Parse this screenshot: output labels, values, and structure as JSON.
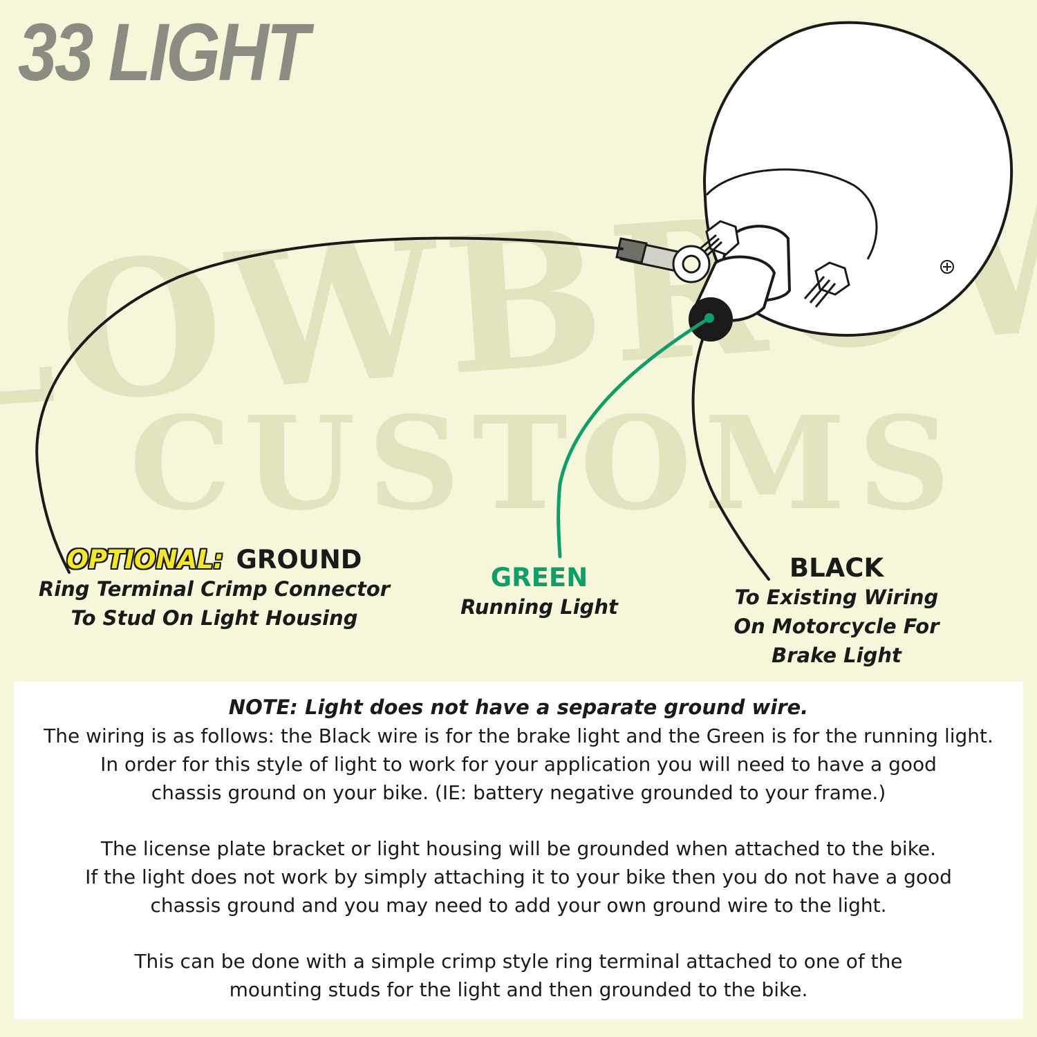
{
  "title": "33 LIGHT",
  "watermark": {
    "line1": "LOWBROW",
    "line2": "CUSTOMS"
  },
  "colors": {
    "background": "#f6f6da",
    "title": "#8c8c82",
    "green_wire": "#0f9e6a",
    "black_wire": "#1a1a1a",
    "optional_highlight": "#f4e628",
    "note_box": "#ffffff"
  },
  "labels": {
    "ground": {
      "optional": "OPTIONAL:",
      "heading": "GROUND",
      "line1": "Ring Terminal Crimp Connector",
      "line2": "To Stud On Light Housing"
    },
    "green": {
      "heading": "GREEN",
      "line1": "Running Light"
    },
    "black": {
      "heading": "BLACK",
      "line1": "To Existing Wiring",
      "line2": "On Motorcycle For",
      "line3": "Brake Light"
    }
  },
  "note": {
    "heading": "NOTE:  Light does not have a separate ground wire.",
    "p1": [
      "The wiring is as follows:  the Black wire is for the brake light and the Green is for the running light.",
      "In order for this style of light to work for your application you will need to have a good",
      "chassis ground on your bike.  (IE: battery negative grounded to your frame.)"
    ],
    "p2": [
      "The license plate bracket or light housing will be grounded when attached to the bike.",
      "If the light does not work by simply attaching it to your bike  then you do not have a good",
      "chassis ground and you may need to add your own ground wire to the light."
    ],
    "p3": [
      "This can be done with a simple crimp style ring terminal attached to one of the",
      "mounting studs for the light and then grounded to the bike."
    ]
  }
}
